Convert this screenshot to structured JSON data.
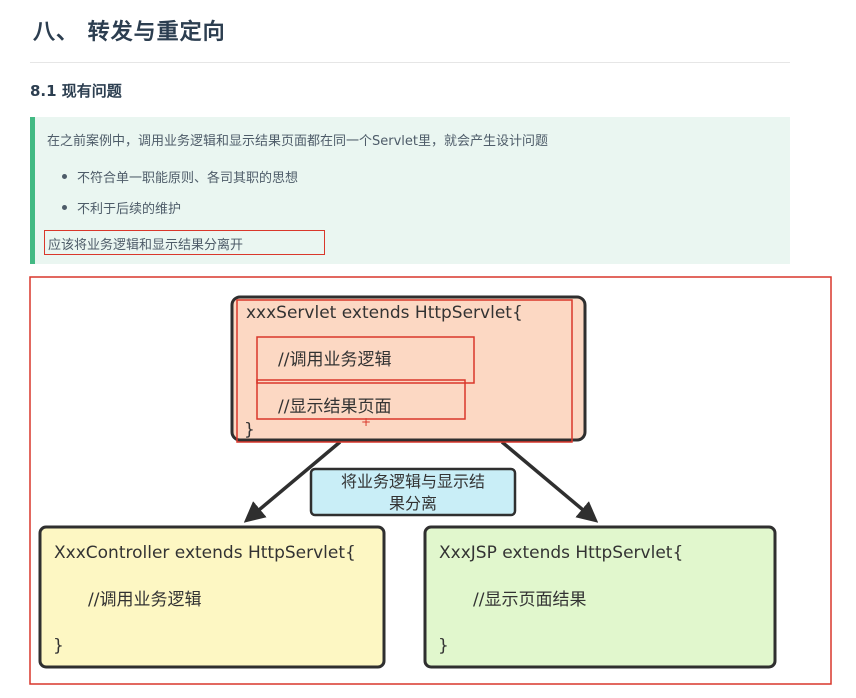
{
  "section": {
    "heading": "八、 转发与重定向",
    "subheading": "8.1 现有问题"
  },
  "tip": {
    "intro": "在之前案例中，调用业务逻辑和显示结果页面都在同一个Servlet里，就会产生设计问题",
    "bullets": [
      "不符合单一职能原则、各司其职的思想",
      "不利于后续的维护"
    ],
    "conclusion": "应该将业务逻辑和显示结果分离开"
  },
  "diagram": {
    "servlet_box": {
      "line1": "xxxServlet extends HttpServlet{",
      "line2": "//调用业务逻辑",
      "line3": "//显示结果页面",
      "line4": "}"
    },
    "middle_label": {
      "line1": "将业务逻辑与显示结",
      "line2": "果分离"
    },
    "controller_box": {
      "line1": "XxxController extends HttpServlet{",
      "line2": "//调用业务逻辑",
      "line3": "}"
    },
    "jsp_box": {
      "line1": "XxxJSP extends HttpServlet{",
      "line2": "//显示页面结果",
      "line3": "}"
    },
    "colors": {
      "servlet_fill": "#fcd8c3",
      "label_fill": "#c9eef7",
      "controller_fill": "#fdf7c3",
      "jsp_fill": "#e1f7cd",
      "annotation_red": "#d9372b"
    }
  }
}
